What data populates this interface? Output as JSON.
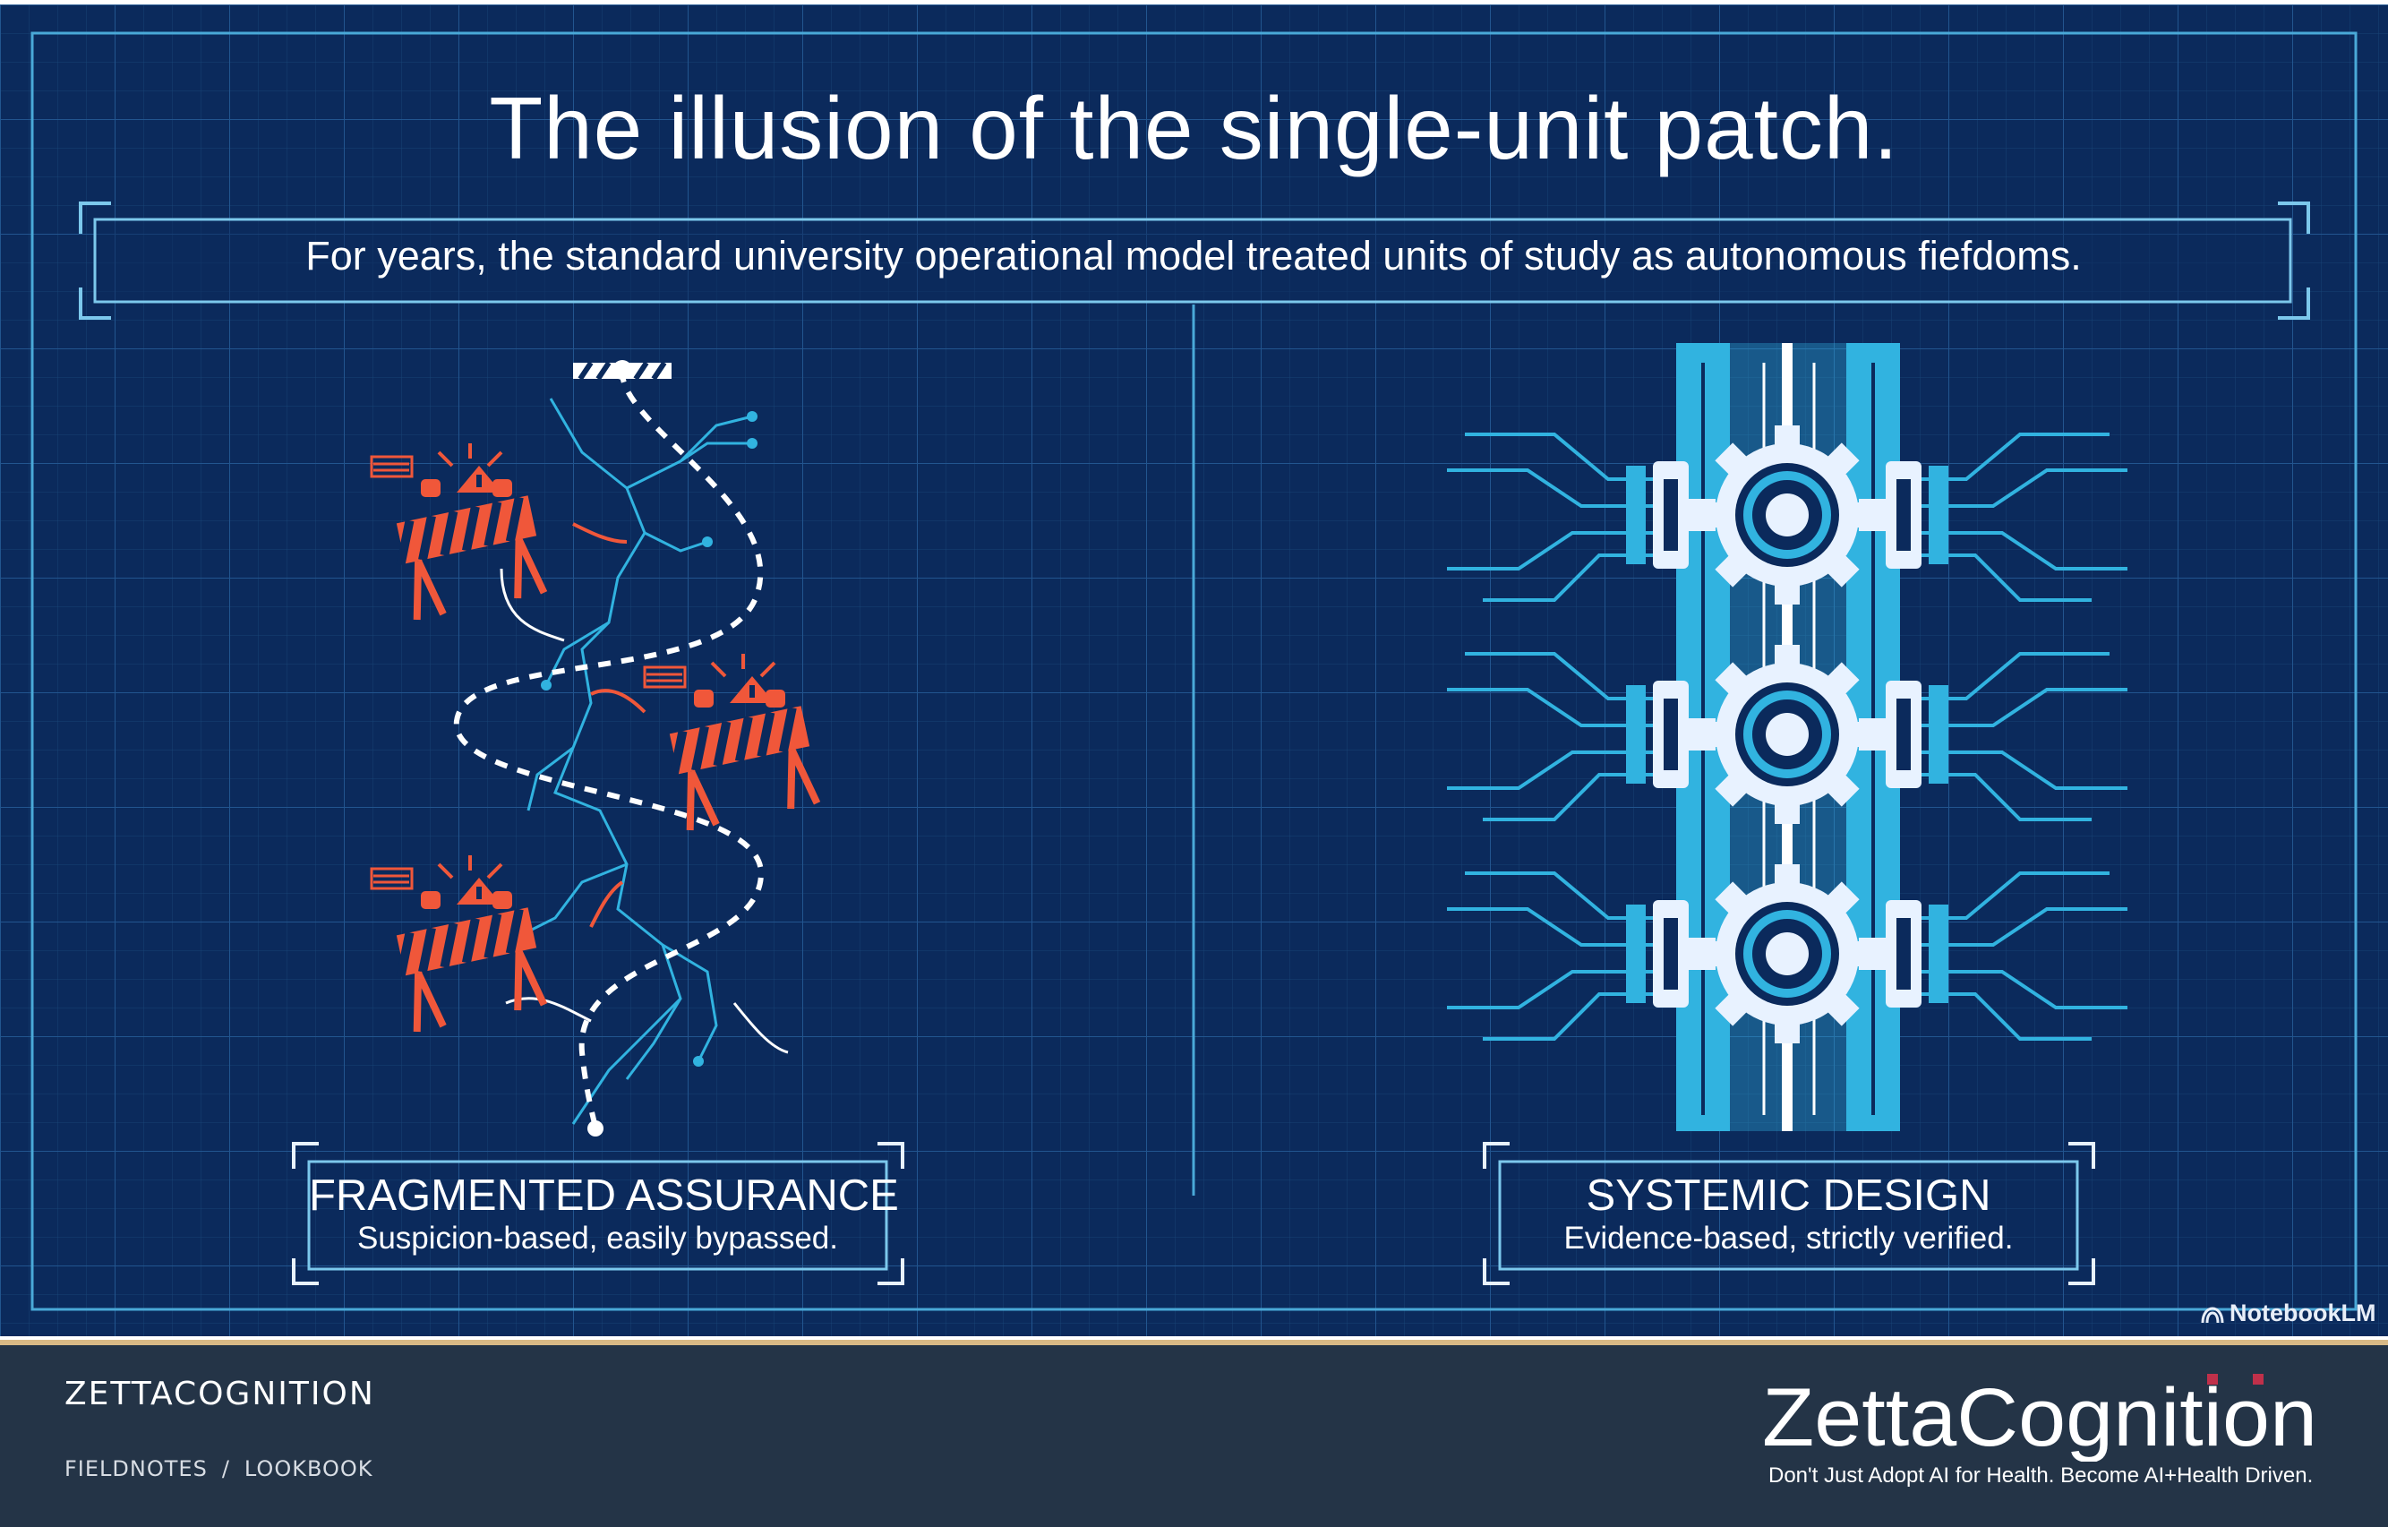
{
  "infographic": {
    "title": "The illusion of the single-unit patch.",
    "subtitle": "For years, the standard university operational model treated units of study as autonomous fiefdoms.",
    "left_panel": {
      "title": "FRAGMENTED ASSURANCE",
      "subtitle": "Suspicion-based, easily bypassed."
    },
    "right_panel": {
      "title": "SYSTEMIC DESIGN",
      "subtitle": "Evidence-based, strictly verified."
    },
    "watermark": "NotebookLM",
    "colors": {
      "background": "#0b2a5c",
      "grid": "#1f4f87",
      "accent_cyan": "#31b3e0",
      "warning_red": "#f0573a",
      "frame": "#4aa9d8"
    }
  },
  "footer": {
    "brand": "ZETTACOGNITION",
    "breadcrumb": [
      "FIELDNOTES",
      "LOOKBOOK"
    ],
    "breadcrumb_separator": "/",
    "logo_text": "ZettaCognition",
    "tagline": "Don't Just Adopt AI for Health. Become AI+Health Driven.",
    "colors": {
      "background": "#243447",
      "divider": "#d9b986"
    }
  }
}
